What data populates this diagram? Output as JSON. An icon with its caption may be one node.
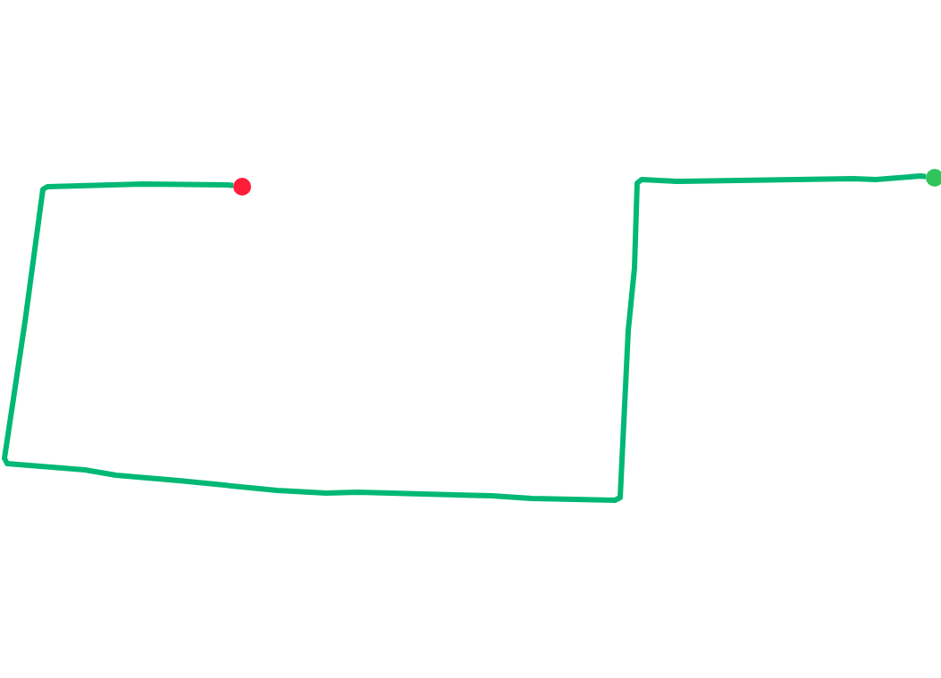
{
  "diagram": {
    "nodes": [
      {
        "text": [],
        "shape": "circle"
      },
      {
        "text": [],
        "shape": "circle"
      }
    ],
    "edges": [
      {
        "from": 1,
        "to": 0,
        "arrow": "none"
      }
    ]
  }
}
